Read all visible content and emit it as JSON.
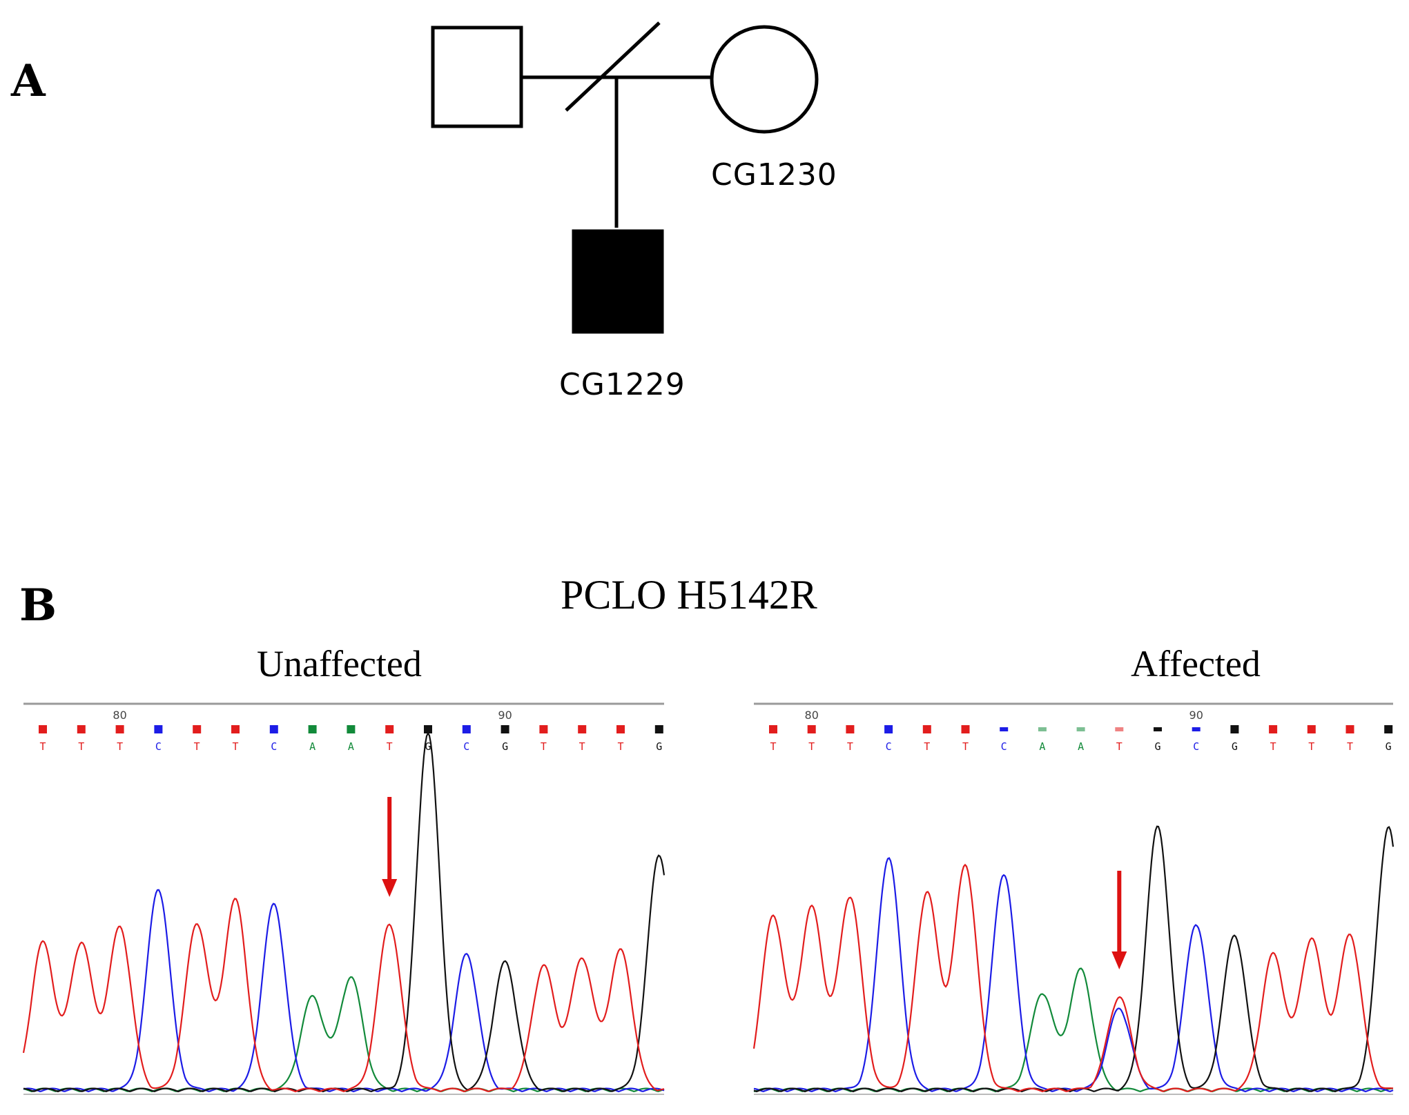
{
  "panel_a": {
    "label": "A",
    "father": {
      "shape": "square",
      "affected": false
    },
    "mother": {
      "shape": "circle",
      "affected": false,
      "id": "CG1230"
    },
    "proband": {
      "shape": "square",
      "affected": true,
      "id": "CG1229"
    }
  },
  "panel_b": {
    "label": "B",
    "title": "PCLO H5142R",
    "colors": {
      "T": "#e21d1d",
      "C": "#1c1ce6",
      "A": "#128a3a",
      "G": "#111111",
      "arrow": "#dd1111"
    },
    "traces": [
      {
        "title": "Unaffected",
        "bases": [
          "T",
          "T",
          "T",
          "C",
          "T",
          "T",
          "C",
          "A",
          "A",
          "T",
          "G",
          "C",
          "G",
          "T",
          "T",
          "T",
          "G"
        ],
        "tick_labels": [
          {
            "index": 2,
            "text": "80"
          },
          {
            "index": 12,
            "text": "90"
          }
        ],
        "peak_heights": [
          0.38,
          0.38,
          0.42,
          0.52,
          0.43,
          0.49,
          0.48,
          0.24,
          0.29,
          0.43,
          0.92,
          0.35,
          0.33,
          0.32,
          0.34,
          0.36,
          0.61
        ],
        "secondary_peaks": [],
        "arrow_index": 9
      },
      {
        "title": "Affected",
        "bases": [
          "T",
          "T",
          "T",
          "C",
          "T",
          "T",
          "C",
          "A",
          "A",
          "T",
          "G",
          "C",
          "G",
          "T",
          "T",
          "T",
          "G"
        ],
        "tick_labels": [
          {
            "index": 1,
            "text": "80"
          },
          {
            "index": 11,
            "text": "90"
          }
        ],
        "peak_heights": [
          0.45,
          0.47,
          0.5,
          0.6,
          0.51,
          0.58,
          0.56,
          0.25,
          0.31,
          0.24,
          0.68,
          0.43,
          0.4,
          0.35,
          0.39,
          0.4,
          0.68
        ],
        "secondary_peaks": [
          {
            "index": 9,
            "base": "C",
            "height": 0.21
          }
        ],
        "arrow_index": 9
      }
    ]
  }
}
